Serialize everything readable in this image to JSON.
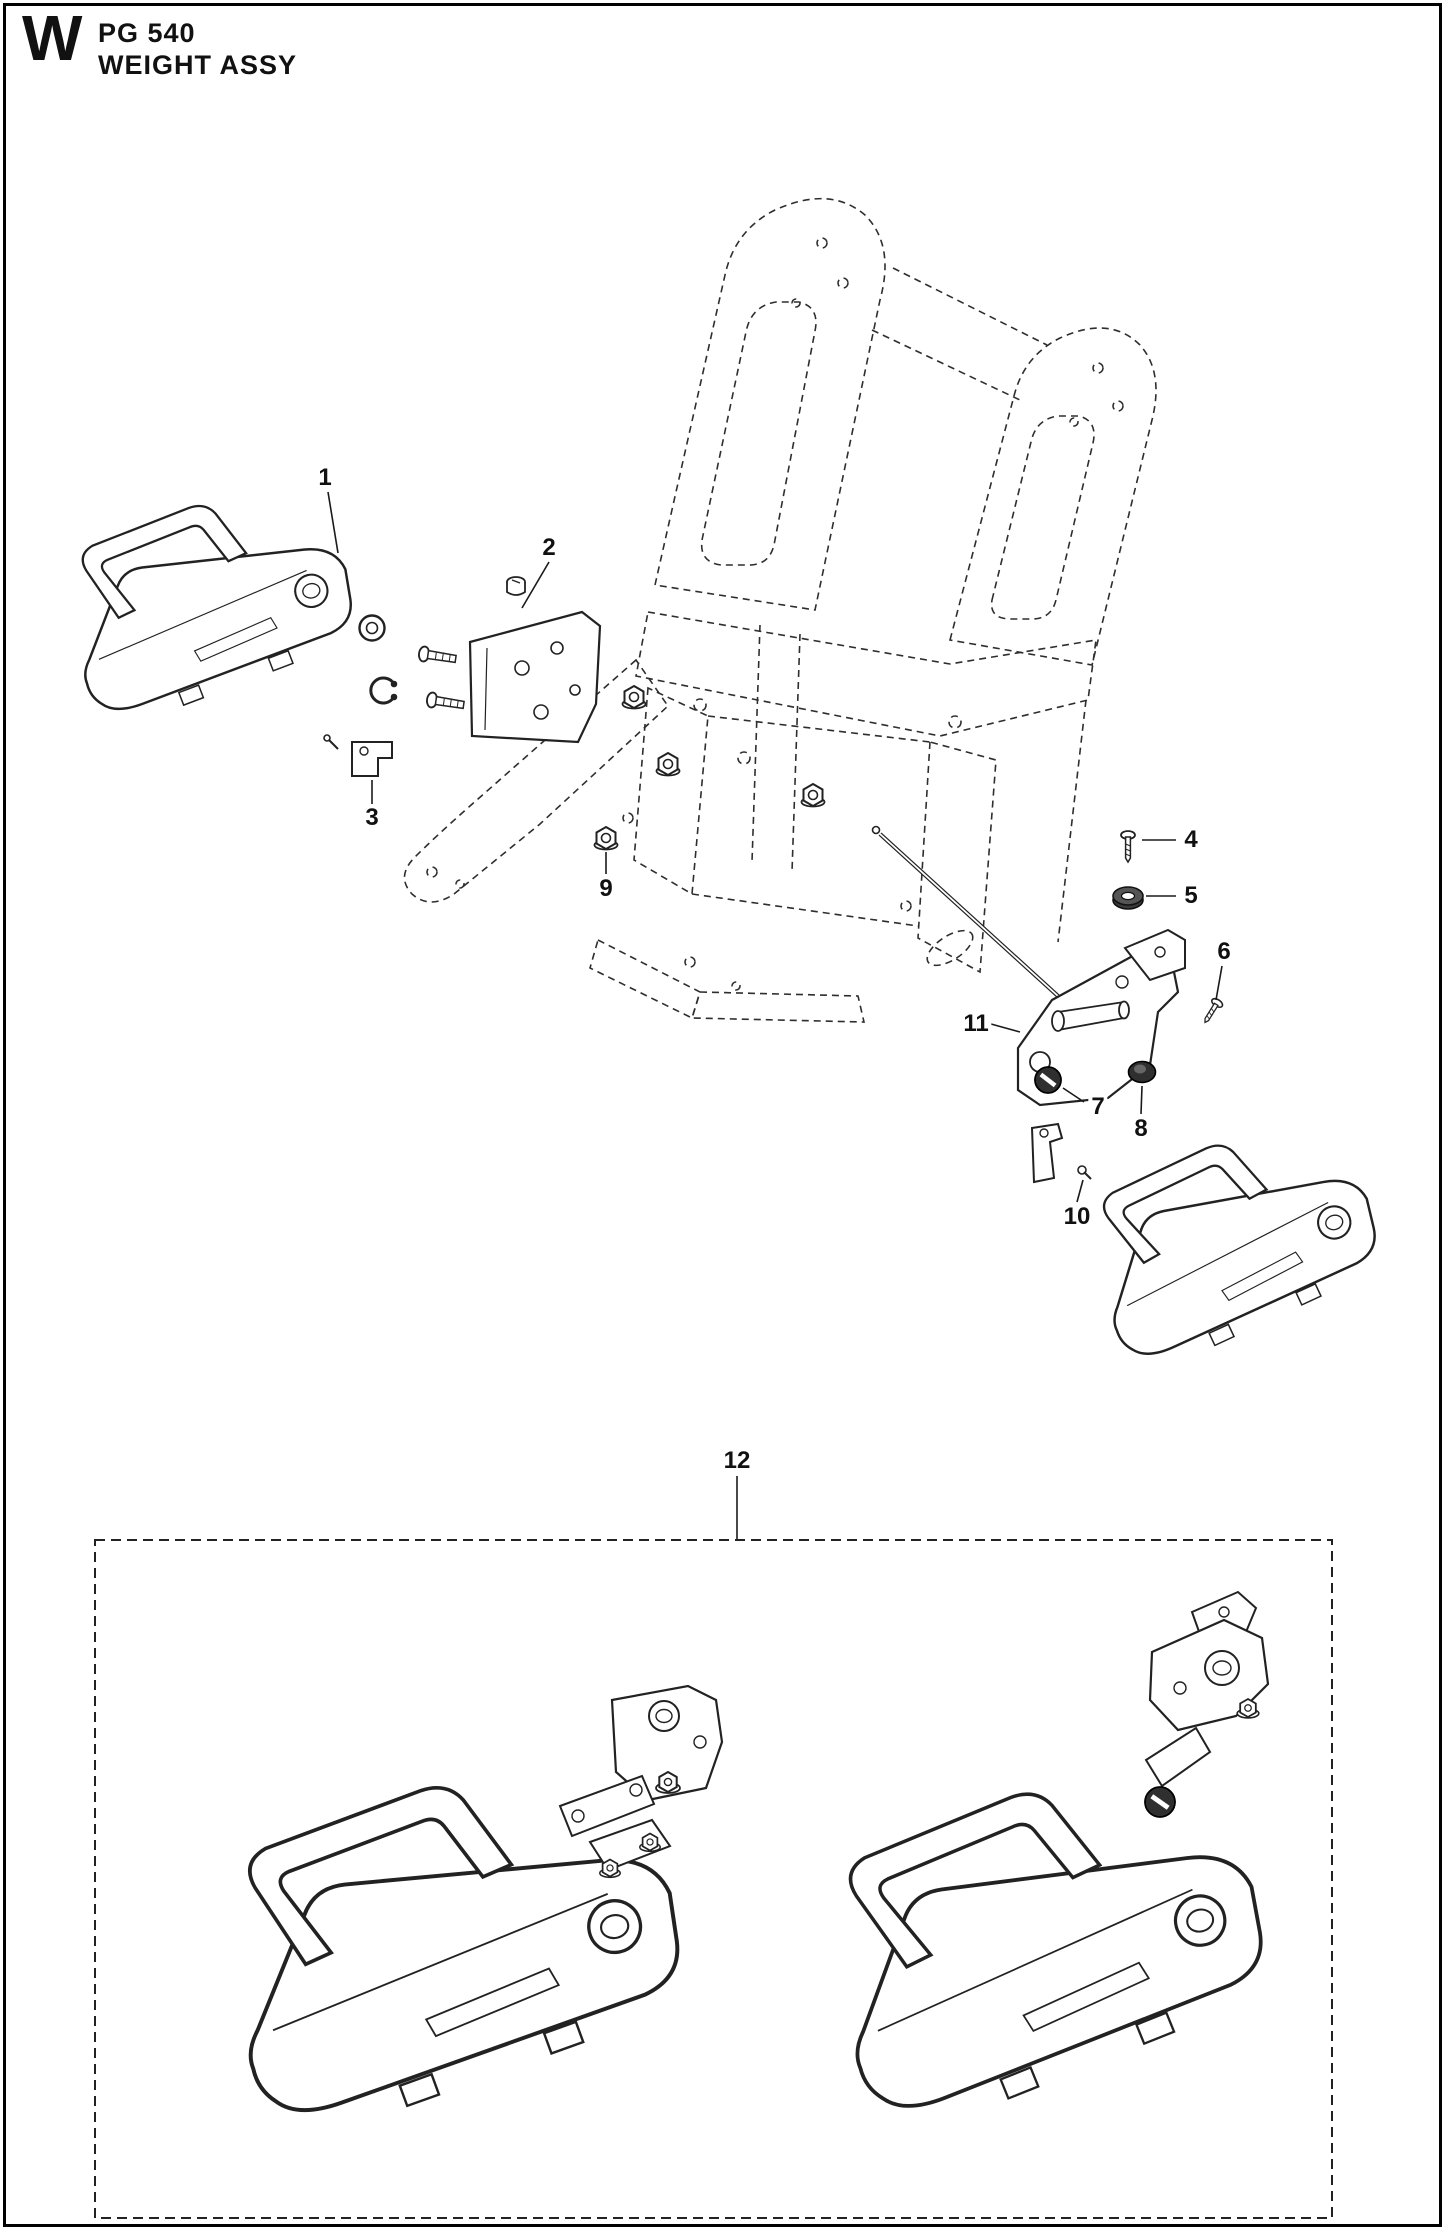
{
  "header": {
    "section_letter": "W",
    "model": "PG 540",
    "title": "WEIGHT ASSY"
  },
  "diagram": {
    "description": "Exploded parts view of weight assembly with machine chassis shown in dashed reference lines",
    "callouts": [
      {
        "label": "1",
        "part": "weight-left"
      },
      {
        "label": "2",
        "part": "mount-bracket"
      },
      {
        "label": "3",
        "part": "clip"
      },
      {
        "label": "4",
        "part": "screw"
      },
      {
        "label": "5",
        "part": "grommet"
      },
      {
        "label": "6",
        "part": "screw-small"
      },
      {
        "label": "7",
        "part": "slotted-plug"
      },
      {
        "label": "8",
        "part": "cap-plug"
      },
      {
        "label": "9",
        "part": "flange-nut"
      },
      {
        "label": "10",
        "part": "clip-bracket"
      },
      {
        "label": "11",
        "part": "pivot-bracket"
      },
      {
        "label": "12",
        "part": "weight-assembly-kit"
      }
    ],
    "colors": {
      "ink": "#1a1a1a",
      "dark_part": "#2f2f2f"
    }
  }
}
